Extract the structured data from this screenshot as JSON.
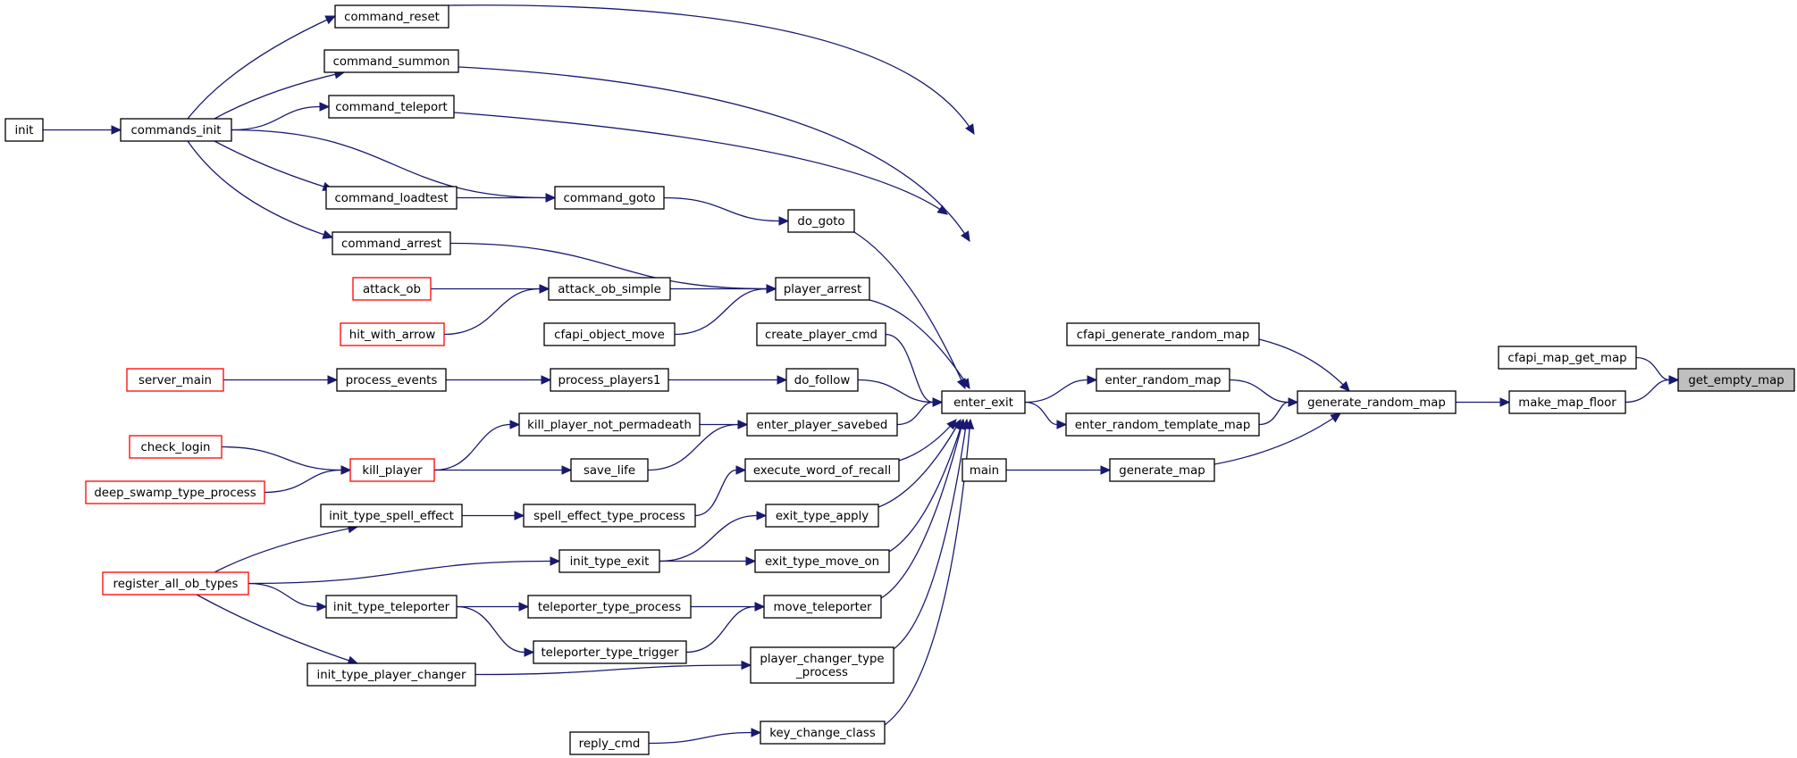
{
  "graph": {
    "nodes": [
      {
        "id": "get_empty_map",
        "lines": [
          "get_empty_map"
        ],
        "style": "grey"
      },
      {
        "id": "cfapi_map_get_map",
        "lines": [
          "cfapi_map_get_map"
        ],
        "style": "black"
      },
      {
        "id": "make_map_floor",
        "lines": [
          "make_map_floor"
        ],
        "style": "black"
      },
      {
        "id": "generate_random_map",
        "lines": [
          "generate_random_map"
        ],
        "style": "black"
      },
      {
        "id": "cfapi_generate_random_map",
        "lines": [
          "cfapi_generate_random_map"
        ],
        "style": "black"
      },
      {
        "id": "enter_random_map",
        "lines": [
          "enter_random_map"
        ],
        "style": "black"
      },
      {
        "id": "enter_random_template_map",
        "lines": [
          "enter_random_template_map"
        ],
        "style": "black"
      },
      {
        "id": "generate_map",
        "lines": [
          "generate_map"
        ],
        "style": "black"
      },
      {
        "id": "main",
        "lines": [
          "main"
        ],
        "style": "black"
      },
      {
        "id": "enter_exit",
        "lines": [
          "enter_exit"
        ],
        "style": "black"
      },
      {
        "id": "do_goto",
        "lines": [
          "do_goto"
        ],
        "style": "black"
      },
      {
        "id": "player_arrest",
        "lines": [
          "player_arrest"
        ],
        "style": "black"
      },
      {
        "id": "create_player_cmd",
        "lines": [
          "create_player_cmd"
        ],
        "style": "black"
      },
      {
        "id": "do_follow",
        "lines": [
          "do_follow"
        ],
        "style": "black"
      },
      {
        "id": "enter_player_savebed",
        "lines": [
          "enter_player_savebed"
        ],
        "style": "black"
      },
      {
        "id": "execute_word_of_recall",
        "lines": [
          "execute_word_of_recall"
        ],
        "style": "black"
      },
      {
        "id": "exit_type_apply",
        "lines": [
          "exit_type_apply"
        ],
        "style": "black"
      },
      {
        "id": "exit_type_move_on",
        "lines": [
          "exit_type_move_on"
        ],
        "style": "black"
      },
      {
        "id": "move_teleporter",
        "lines": [
          "move_teleporter"
        ],
        "style": "black"
      },
      {
        "id": "player_changer_type_process",
        "lines": [
          "player_changer_type",
          "_process"
        ],
        "style": "black"
      },
      {
        "id": "key_change_class",
        "lines": [
          "key_change_class"
        ],
        "style": "black"
      },
      {
        "id": "command_reset",
        "lines": [
          "command_reset"
        ],
        "style": "black"
      },
      {
        "id": "command_summon",
        "lines": [
          "command_summon"
        ],
        "style": "black"
      },
      {
        "id": "command_teleport",
        "lines": [
          "command_teleport"
        ],
        "style": "black"
      },
      {
        "id": "command_goto",
        "lines": [
          "command_goto"
        ],
        "style": "black"
      },
      {
        "id": "command_loadtest",
        "lines": [
          "command_loadtest"
        ],
        "style": "black"
      },
      {
        "id": "command_arrest",
        "lines": [
          "command_arrest"
        ],
        "style": "black"
      },
      {
        "id": "commands_init",
        "lines": [
          "commands_init"
        ],
        "style": "black"
      },
      {
        "id": "init",
        "lines": [
          "init"
        ],
        "style": "black"
      },
      {
        "id": "attack_ob_simple",
        "lines": [
          "attack_ob_simple"
        ],
        "style": "black"
      },
      {
        "id": "attack_ob",
        "lines": [
          "attack_ob"
        ],
        "style": "red"
      },
      {
        "id": "hit_with_arrow",
        "lines": [
          "hit_with_arrow"
        ],
        "style": "red"
      },
      {
        "id": "cfapi_object_move",
        "lines": [
          "cfapi_object_move"
        ],
        "style": "black"
      },
      {
        "id": "process_players1",
        "lines": [
          "process_players1"
        ],
        "style": "black"
      },
      {
        "id": "process_events",
        "lines": [
          "process_events"
        ],
        "style": "black"
      },
      {
        "id": "server_main",
        "lines": [
          "server_main"
        ],
        "style": "red"
      },
      {
        "id": "kill_player_not_permadeath",
        "lines": [
          "kill_player_not_permadeath"
        ],
        "style": "black"
      },
      {
        "id": "save_life",
        "lines": [
          "save_life"
        ],
        "style": "black"
      },
      {
        "id": "kill_player",
        "lines": [
          "kill_player"
        ],
        "style": "red"
      },
      {
        "id": "check_login",
        "lines": [
          "check_login"
        ],
        "style": "red"
      },
      {
        "id": "deep_swamp_type_process",
        "lines": [
          "deep_swamp_type_process"
        ],
        "style": "red"
      },
      {
        "id": "spell_effect_type_process",
        "lines": [
          "spell_effect_type_process"
        ],
        "style": "black"
      },
      {
        "id": "init_type_spell_effect",
        "lines": [
          "init_type_spell_effect"
        ],
        "style": "black"
      },
      {
        "id": "init_type_exit",
        "lines": [
          "init_type_exit"
        ],
        "style": "black"
      },
      {
        "id": "register_all_ob_types",
        "lines": [
          "register_all_ob_types"
        ],
        "style": "red"
      },
      {
        "id": "teleporter_type_process",
        "lines": [
          "teleporter_type_process"
        ],
        "style": "black"
      },
      {
        "id": "teleporter_type_trigger",
        "lines": [
          "teleporter_type_trigger"
        ],
        "style": "black"
      },
      {
        "id": "init_type_teleporter",
        "lines": [
          "init_type_teleporter"
        ],
        "style": "black"
      },
      {
        "id": "init_type_player_changer",
        "lines": [
          "init_type_player_changer"
        ],
        "style": "black"
      },
      {
        "id": "reply_cmd",
        "lines": [
          "reply_cmd"
        ],
        "style": "black"
      }
    ],
    "edges": [
      [
        "cfapi_map_get_map",
        "get_empty_map"
      ],
      [
        "make_map_floor",
        "get_empty_map"
      ],
      [
        "generate_random_map",
        "make_map_floor"
      ],
      [
        "cfapi_generate_random_map",
        "generate_random_map"
      ],
      [
        "enter_random_map",
        "generate_random_map"
      ],
      [
        "enter_random_template_map",
        "generate_random_map"
      ],
      [
        "generate_map",
        "generate_random_map"
      ],
      [
        "enter_exit",
        "enter_random_map"
      ],
      [
        "enter_exit",
        "enter_random_template_map"
      ],
      [
        "main",
        "generate_map"
      ],
      [
        "command_reset",
        "enter_exit"
      ],
      [
        "command_summon",
        "enter_exit"
      ],
      [
        "command_teleport",
        "enter_exit"
      ],
      [
        "do_goto",
        "enter_exit"
      ],
      [
        "player_arrest",
        "enter_exit"
      ],
      [
        "create_player_cmd",
        "enter_exit"
      ],
      [
        "do_follow",
        "enter_exit"
      ],
      [
        "enter_player_savebed",
        "enter_exit"
      ],
      [
        "execute_word_of_recall",
        "enter_exit"
      ],
      [
        "exit_type_apply",
        "enter_exit"
      ],
      [
        "exit_type_move_on",
        "enter_exit"
      ],
      [
        "move_teleporter",
        "enter_exit"
      ],
      [
        "player_changer_type_process",
        "enter_exit"
      ],
      [
        "key_change_class",
        "enter_exit"
      ],
      [
        "commands_init",
        "command_reset"
      ],
      [
        "commands_init",
        "command_summon"
      ],
      [
        "commands_init",
        "command_teleport"
      ],
      [
        "commands_init",
        "command_goto"
      ],
      [
        "commands_init",
        "command_loadtest"
      ],
      [
        "commands_init",
        "command_arrest"
      ],
      [
        "init",
        "commands_init"
      ],
      [
        "command_goto",
        "do_goto"
      ],
      [
        "command_loadtest",
        "command_goto"
      ],
      [
        "command_arrest",
        "player_arrest"
      ],
      [
        "attack_ob_simple",
        "player_arrest"
      ],
      [
        "cfapi_object_move",
        "player_arrest"
      ],
      [
        "attack_ob",
        "attack_ob_simple"
      ],
      [
        "hit_with_arrow",
        "attack_ob_simple"
      ],
      [
        "process_players1",
        "do_follow"
      ],
      [
        "process_events",
        "process_players1"
      ],
      [
        "server_main",
        "process_events"
      ],
      [
        "kill_player_not_permadeath",
        "enter_player_savebed"
      ],
      [
        "save_life",
        "enter_player_savebed"
      ],
      [
        "kill_player",
        "kill_player_not_permadeath"
      ],
      [
        "kill_player",
        "save_life"
      ],
      [
        "check_login",
        "kill_player"
      ],
      [
        "deep_swamp_type_process",
        "kill_player"
      ],
      [
        "spell_effect_type_process",
        "execute_word_of_recall"
      ],
      [
        "init_type_spell_effect",
        "spell_effect_type_process"
      ],
      [
        "register_all_ob_types",
        "init_type_spell_effect"
      ],
      [
        "init_type_exit",
        "exit_type_apply"
      ],
      [
        "init_type_exit",
        "exit_type_move_on"
      ],
      [
        "register_all_ob_types",
        "init_type_exit"
      ],
      [
        "teleporter_type_process",
        "move_teleporter"
      ],
      [
        "teleporter_type_trigger",
        "move_teleporter"
      ],
      [
        "init_type_teleporter",
        "teleporter_type_process"
      ],
      [
        "init_type_teleporter",
        "teleporter_type_trigger"
      ],
      [
        "register_all_ob_types",
        "init_type_teleporter"
      ],
      [
        "init_type_player_changer",
        "player_changer_type_process"
      ],
      [
        "register_all_ob_types",
        "init_type_player_changer"
      ],
      [
        "reply_cmd",
        "key_change_class"
      ]
    ]
  },
  "colors": {
    "edge": "#191970",
    "node_border": "#000000",
    "highlight_border": "#ff0000",
    "focus_fill": "#bfbfbf"
  }
}
